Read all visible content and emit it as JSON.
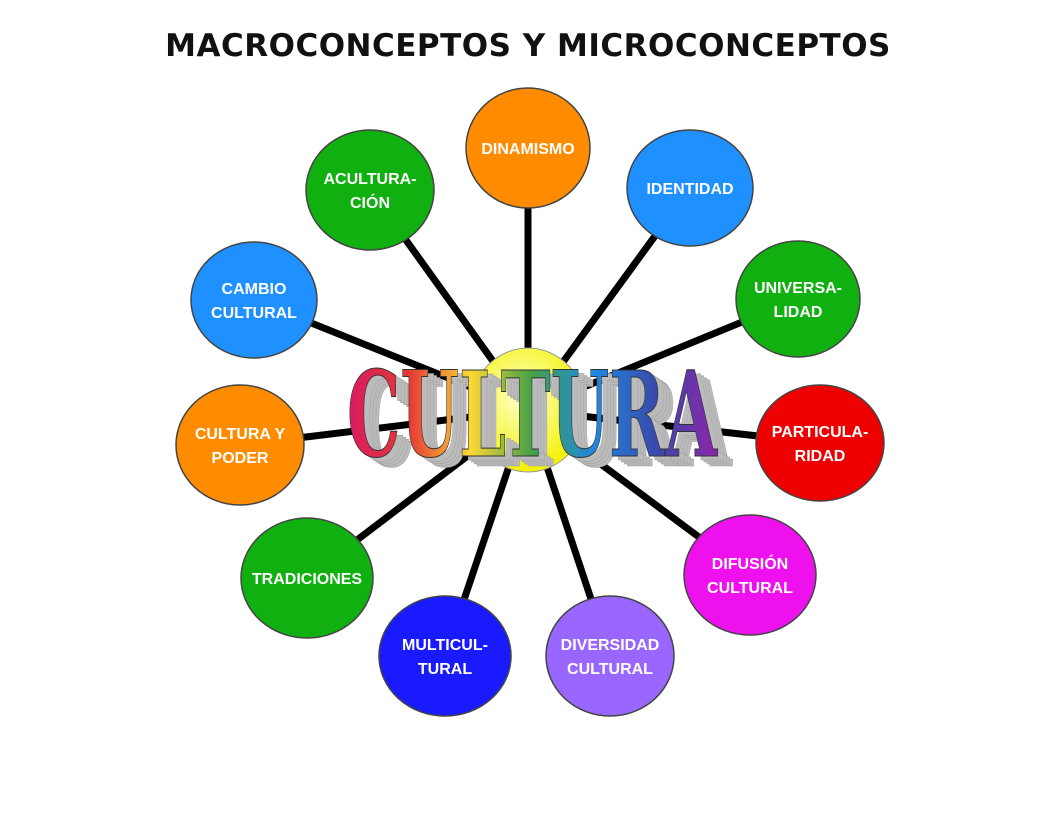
{
  "title": "MACROCONCEPTOS Y MICROCONCEPTOS",
  "center": {
    "word": "CULTURA",
    "hub_color": "#ffff33",
    "letter_colors": [
      "#d81b60",
      "#e53935",
      "#fdd835",
      "#43a047",
      "#1e88e5",
      "#3949ab",
      "#8e24aa"
    ]
  },
  "nodes": [
    {
      "id": "dinamismo",
      "lines": [
        "DINAMISMO"
      ],
      "color": "#ff8c00"
    },
    {
      "id": "identidad",
      "lines": [
        "IDENTIDAD"
      ],
      "color": "#1e90ff"
    },
    {
      "id": "universalidad",
      "lines": [
        "UNIVERSA-",
        "LIDAD"
      ],
      "color": "#10b010"
    },
    {
      "id": "particularidad",
      "lines": [
        "PARTICULA-",
        "RIDAD"
      ],
      "color": "#ee0000"
    },
    {
      "id": "difusion-cultural",
      "lines": [
        "DIFUSIÓN",
        "CULTURAL"
      ],
      "color": "#ee11ee"
    },
    {
      "id": "diversidad-cultural",
      "lines": [
        "DIVERSIDAD",
        "CULTURAL"
      ],
      "color": "#9966ff"
    },
    {
      "id": "multicultural",
      "lines": [
        "MULTICUL-",
        "TURAL"
      ],
      "color": "#1a1aff"
    },
    {
      "id": "tradiciones",
      "lines": [
        "TRADICIONES"
      ],
      "color": "#10b010"
    },
    {
      "id": "cultura-y-poder",
      "lines": [
        "CULTURA Y",
        "PODER"
      ],
      "color": "#ff8c00"
    },
    {
      "id": "cambio-cultural",
      "lines": [
        "CAMBIO",
        "CULTURAL"
      ],
      "color": "#1e90ff"
    },
    {
      "id": "aculturacion",
      "lines": [
        "ACULTURA-",
        "CIÓN"
      ],
      "color": "#10b010"
    }
  ]
}
